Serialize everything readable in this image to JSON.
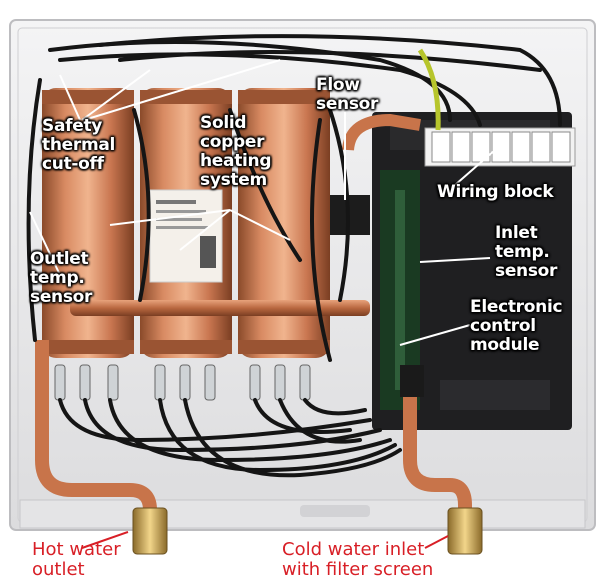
{
  "labels": {
    "safety_thermal_cutoff": [
      "Safety",
      "thermal",
      "cut-off"
    ],
    "solid_copper_heating_system": [
      "Solid",
      "copper",
      "heating",
      "system"
    ],
    "flow_sensor": [
      "Flow",
      "sensor"
    ],
    "wiring_block": [
      "Wiring block"
    ],
    "outlet_temp_sensor": [
      "Outlet",
      "temp.",
      "sensor"
    ],
    "inlet_temp_sensor": [
      "Inlet",
      "temp.",
      "sensor"
    ],
    "electronic_control_module": [
      "Electronic",
      "control",
      "module"
    ],
    "hot_water_outlet": [
      "Hot water",
      "outlet"
    ],
    "cold_water_inlet": [
      "Cold water inlet",
      "with filter screen"
    ]
  },
  "colors": {
    "label_text": "#ffffff",
    "callout_red": "#d81f26",
    "copper": "#c8744a",
    "housing": "#e9e9ea",
    "control_module": "#1c1c1c"
  }
}
